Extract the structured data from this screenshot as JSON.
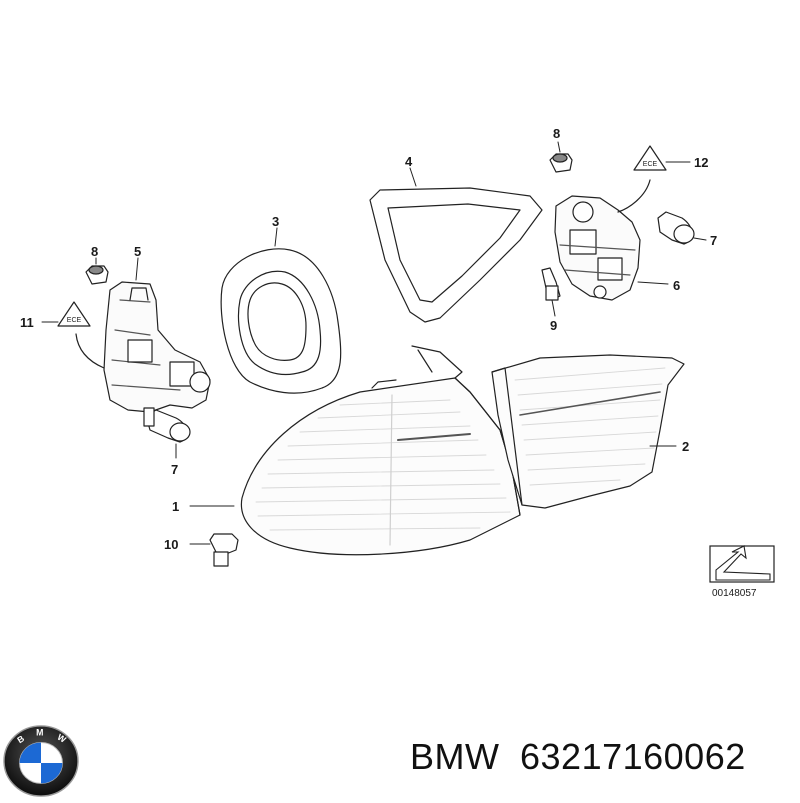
{
  "diagram": {
    "callouts": {
      "c1": "1",
      "c2": "2",
      "c3": "3",
      "c4": "4",
      "c5": "5",
      "c6": "6",
      "c7a": "7",
      "c7b": "7",
      "c8a": "8",
      "c8b": "8",
      "c9": "9",
      "c10": "10",
      "c11": "11",
      "c12": "12"
    },
    "reference_code": "00148057"
  },
  "brand": {
    "name": "BMW",
    "part_number": "63217160062",
    "logo_letters": "BMW",
    "logo_colors": {
      "blue": "#1c69d4",
      "black": "#111111",
      "white": "#ffffff"
    }
  }
}
